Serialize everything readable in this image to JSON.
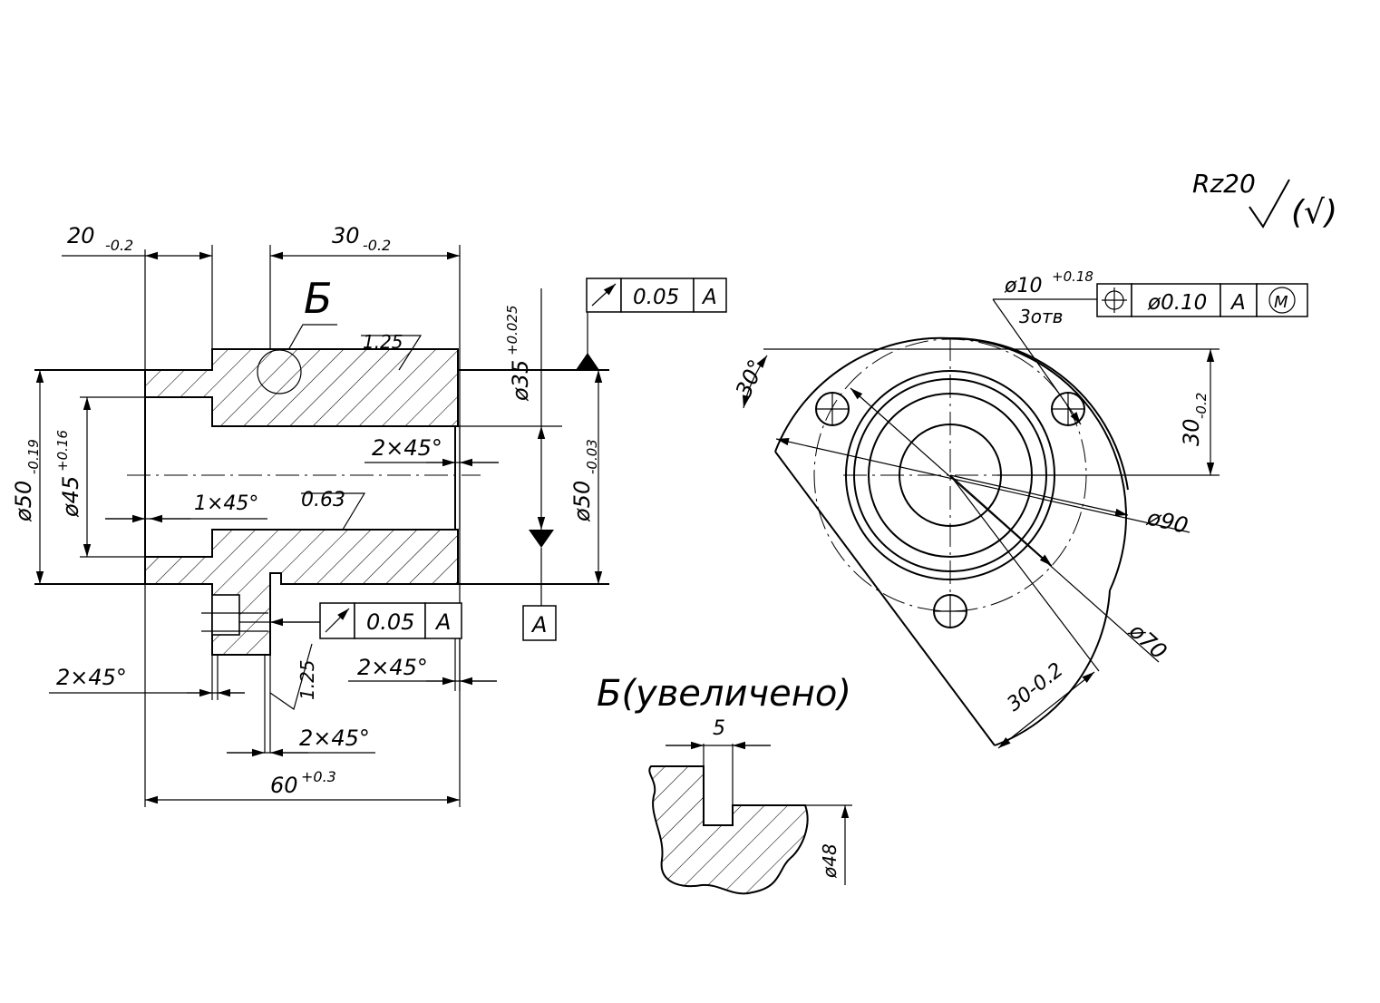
{
  "roughness": {
    "general": "Rz20",
    "tolerance_reference": "(√)"
  },
  "dimensions": {
    "d_20": "20",
    "d_20_tol": "-0.2",
    "d_30": "30",
    "d_30_tol": "-0.2",
    "d_35": "ø35",
    "d_35_tol": "+0.025",
    "d_50_left": "ø50",
    "d_50_left_tol": "-0.19",
    "d_45": "ø45",
    "d_45_tol": "+0.16",
    "d_50_right": "ø50",
    "d_50_right_tol": "-0.03",
    "chamfer_2x45_a": "2×45°",
    "chamfer_2x45_b": "2×45°",
    "chamfer_2x45_c": "2×45°",
    "chamfer_2x45_d": "2×45°",
    "chamfer_1x45": "1×45°",
    "rough_125_top": "1.25",
    "rough_063": "0.63",
    "rough_125_bottom": "1.25",
    "d_60": "60",
    "d_60_tol": "+0.3",
    "section_mark": "Б",
    "d_10": "ø10",
    "d_10_tol": "+0.18",
    "holes_count": "3отв",
    "angle_30": "30°",
    "d_30_right": "30",
    "d_30_right_tol": "-0.2",
    "d_90": "ø90",
    "d_70": "ø70",
    "d_30_bottom": "30-0.2",
    "detail_title": "Б(увеличено)",
    "detail_5": "5",
    "detail_48": "ø48"
  },
  "frames": {
    "runout_top": {
      "tol": "0.05",
      "datum": "A"
    },
    "runout_bottom": {
      "tol": "0.05",
      "datum": "A"
    },
    "position": {
      "tol": "ø0.10",
      "datum": "A",
      "modifier": "M"
    },
    "datum_label": "A"
  },
  "icons": {
    "runout": "runout-arrow-icon",
    "position": "position-crosshair-icon",
    "roughness": "roughness-check-icon",
    "datum": "datum-triangle-icon"
  }
}
